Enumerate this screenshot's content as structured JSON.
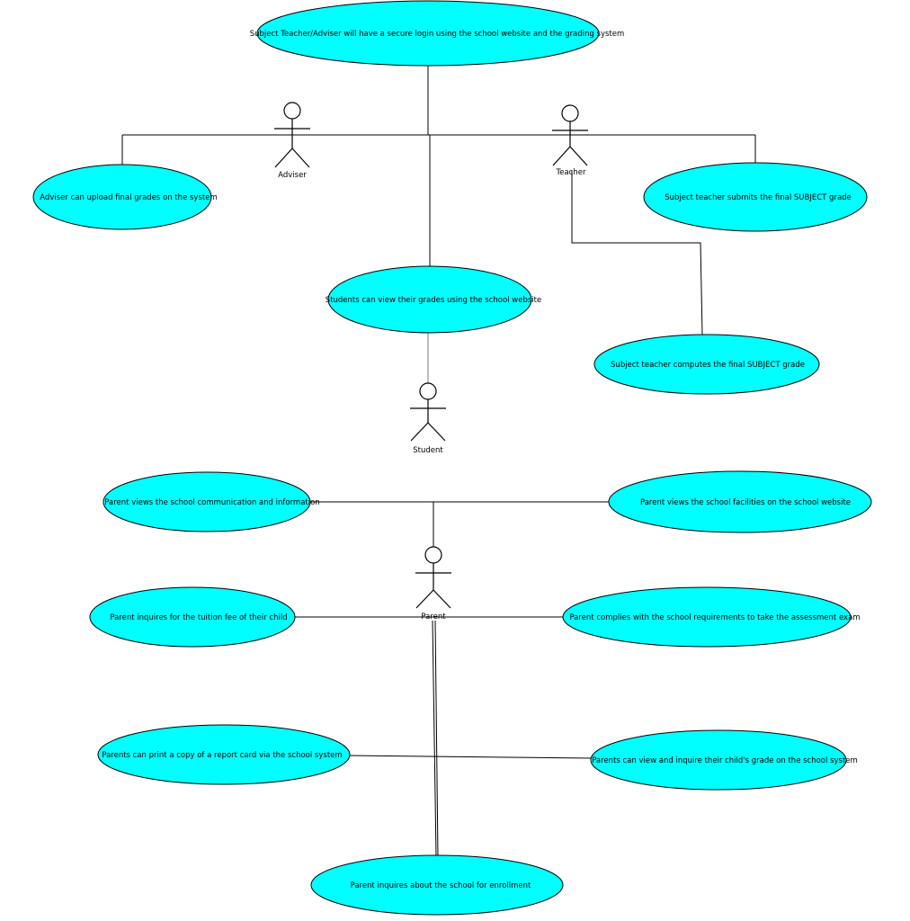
{
  "colors": {
    "use_case_fill": "#00FFFF",
    "line": "#000000",
    "background": "#FFFFFF"
  },
  "actors": {
    "adviser": "Adviser",
    "teacher": "Teacher",
    "student": "Student",
    "parent": "Parent"
  },
  "use_cases": {
    "secure_login": "Subject Teacher/Adviser will have a secure login using the school website and the grading system",
    "adviser_upload": "Adviser can upload final grades on the system",
    "teacher_submit": "Subject teacher submits the final SUBJECT grade",
    "students_view": "Students can view their grades using the school website",
    "teacher_compute": "Subject teacher computes the final SUBJECT grade",
    "parent_communication": "Parent views the school communication and information",
    "parent_facilities": "Parent views the school facilities on the school website",
    "parent_tuition": "Parent inquires for the tuition fee of their child",
    "parent_requirements": "Parent complies with the school requirements to take the assessment exam",
    "parent_print": "Parents can print a copy of a report card via the school system",
    "parent_view_grade": "Parents can view and inquire their child's grade on the school system",
    "parent_enrollment": "Parent inquires about the school for enrollment"
  }
}
